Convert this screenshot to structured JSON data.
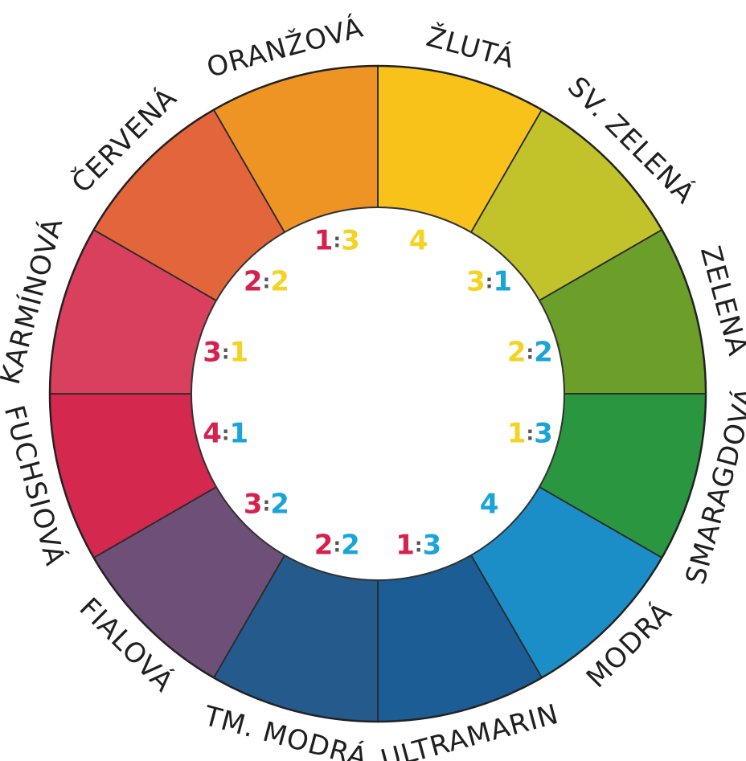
{
  "colors": {
    "red_ink": "#d6204e",
    "yellow_ink": "#f5d322",
    "blue_ink": "#1aa5d8",
    "outline": "#222222"
  },
  "segments": [
    {
      "name": "ŽLUTÁ",
      "fill": "#f8c21b",
      "ratio": [
        "4"
      ],
      "ratio_inks": [
        "yellow"
      ]
    },
    {
      "name": "SV. ZELENÁ",
      "fill": "#c2c22b",
      "ratio": [
        "3",
        "1"
      ],
      "ratio_inks": [
        "yellow",
        "blue"
      ]
    },
    {
      "name": "ZELENÁ",
      "fill": "#6c9e2a",
      "ratio": [
        "2",
        "2"
      ],
      "ratio_inks": [
        "yellow",
        "blue"
      ]
    },
    {
      "name": "SMARAGDOVÁ",
      "fill": "#2a9640",
      "ratio": [
        "1",
        "3"
      ],
      "ratio_inks": [
        "yellow",
        "blue"
      ]
    },
    {
      "name": "MODRÁ",
      "fill": "#1c8ec7",
      "ratio": [
        "4"
      ],
      "ratio_inks": [
        "blue"
      ]
    },
    {
      "name": "ULTRAMARIN",
      "fill": "#1b5d94",
      "ratio": [
        "1",
        "3"
      ],
      "ratio_inks": [
        "red",
        "blue"
      ]
    },
    {
      "name": "TM. MODRÁ",
      "fill": "#255a8c",
      "ratio": [
        "2",
        "2"
      ],
      "ratio_inks": [
        "red",
        "blue"
      ]
    },
    {
      "name": "FIALOVÁ",
      "fill": "#6e4f78",
      "ratio": [
        "3",
        "2"
      ],
      "ratio_inks": [
        "red",
        "blue"
      ]
    },
    {
      "name": "FUCHSIOVÁ",
      "fill": "#d4284f",
      "ratio": [
        "4",
        "1"
      ],
      "ratio_inks": [
        "red",
        "blue"
      ]
    },
    {
      "name": "KARMÍNOVÁ",
      "fill": "#d8405d",
      "ratio": [
        "3",
        "1"
      ],
      "ratio_inks": [
        "red",
        "yellow"
      ]
    },
    {
      "name": "ČERVENÁ",
      "fill": "#e2653c",
      "ratio": [
        "2",
        "2"
      ],
      "ratio_inks": [
        "red",
        "yellow"
      ]
    },
    {
      "name": "ORANŽOVÁ",
      "fill": "#ee9425",
      "ratio": [
        "1",
        "3"
      ],
      "ratio_inks": [
        "red",
        "yellow"
      ]
    }
  ]
}
